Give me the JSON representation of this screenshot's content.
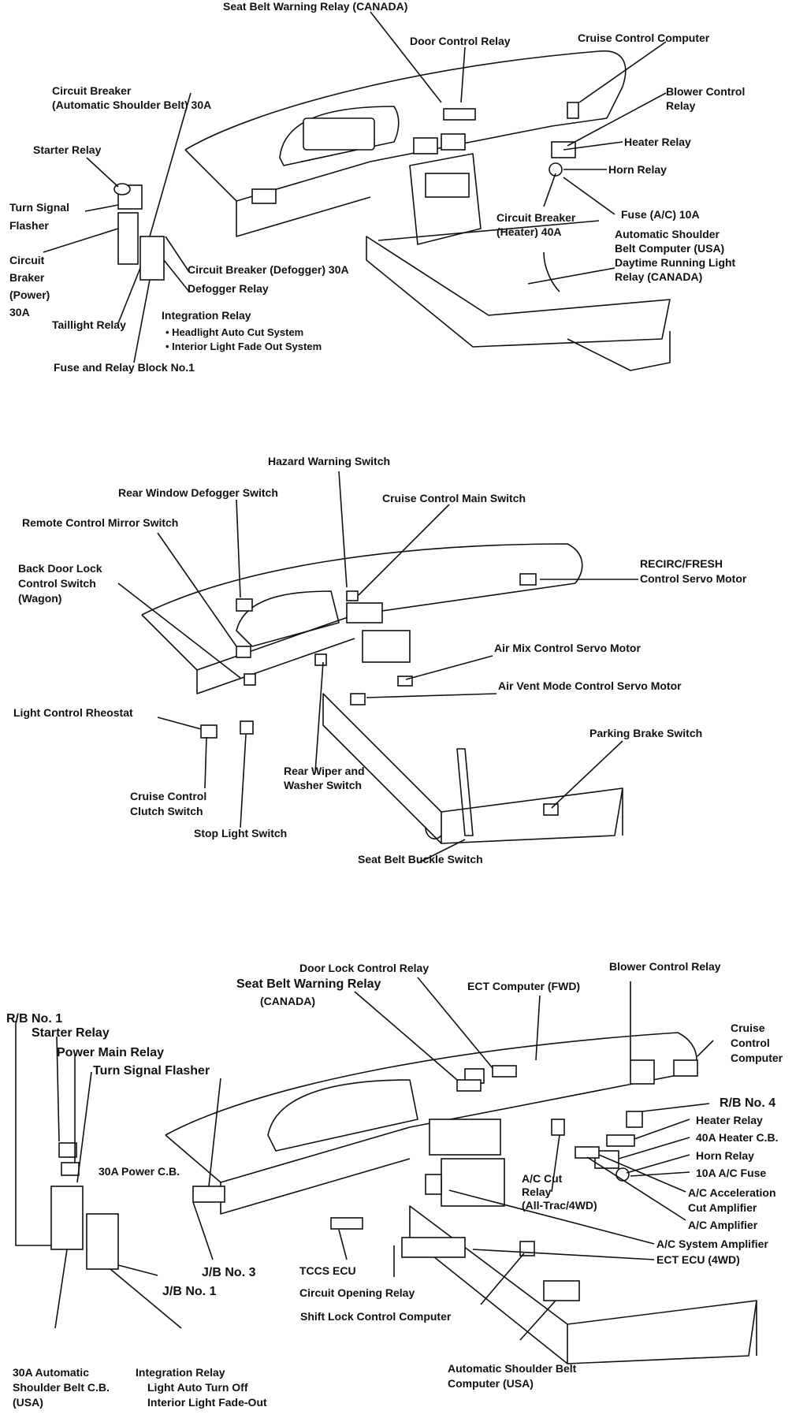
{
  "diagram_1": {
    "labels": {
      "seat_belt_warning_relay": "Seat Belt Warning Relay (CANADA)",
      "door_control_relay": "Door Control Relay",
      "cruise_control_computer": "Cruise Control Computer",
      "circuit_breaker_auto_shoulder_1": "Circuit Breaker",
      "circuit_breaker_auto_shoulder_2": "(Automatic Shoulder Belt) 30A",
      "blower_control_relay_1": "Blower Control",
      "blower_control_relay_2": "Relay",
      "starter_relay": "Starter Relay",
      "heater_relay": "Heater Relay",
      "horn_relay": "Horn Relay",
      "turn_signal_flasher_1": "Turn Signal",
      "turn_signal_flasher_2": "Flasher",
      "circuit_breaker_heater_1": "Circuit Breaker",
      "circuit_breaker_heater_2": "(Heater) 40A",
      "fuse_ac": "Fuse (A/C) 10A",
      "circuit_braker_power_1": "Circuit",
      "circuit_braker_power_2": "Braker",
      "circuit_braker_power_3": "(Power)",
      "circuit_braker_power_4": "30A",
      "auto_shoulder_computer_1": "Automatic Shoulder",
      "auto_shoulder_computer_2": "Belt Computer (USA)",
      "auto_shoulder_computer_3": "Daytime Running Light",
      "auto_shoulder_computer_4": "Relay (CANADA)",
      "circuit_breaker_defogger": "Circuit Breaker (Defogger) 30A",
      "defogger_relay": "Defogger Relay",
      "taillight_relay": "Taillight Relay",
      "integration_relay": "Integration Relay",
      "headlight_auto_cut": "• Headlight Auto Cut System",
      "interior_light_fade": "• Interior Light Fade Out System",
      "fuse_relay_block": "Fuse and Relay Block No.1"
    }
  },
  "diagram_2": {
    "labels": {
      "hazard_warning_switch": "Hazard Warning Switch",
      "rear_window_defogger_switch": "Rear Window Defogger Switch",
      "cruise_control_main_switch": "Cruise Control Main Switch",
      "remote_control_mirror_switch": "Remote Control Mirror Switch",
      "back_door_lock_1": "Back Door Lock",
      "back_door_lock_2": "Control Switch",
      "back_door_lock_3": "(Wagon)",
      "recirc_fresh_1": "RECIRC/FRESH",
      "recirc_fresh_2": "Control Servo Motor",
      "air_mix_servo": "Air Mix Control Servo Motor",
      "air_vent_servo": "Air Vent Mode Control Servo Motor",
      "light_control_rheostat": "Light Control Rheostat",
      "parking_brake_switch": "Parking Brake Switch",
      "rear_wiper_1": "Rear Wiper and",
      "rear_wiper_2": "Washer Switch",
      "cruise_clutch_1": "Cruise Control",
      "cruise_clutch_2": "Clutch Switch",
      "stop_light_switch": "Stop Light Switch",
      "seat_belt_buckle_switch": "Seat Belt Buckle Switch"
    }
  },
  "diagram_3": {
    "labels": {
      "door_lock_control_relay": "Door Lock Control Relay",
      "blower_control_relay": "Blower Control Relay",
      "seat_belt_warning_relay_1": "Seat Belt Warning Relay",
      "seat_belt_warning_relay_2": "(CANADA)",
      "ect_computer_fwd": "ECT Computer (FWD)",
      "rb_no1": "R/B No. 1",
      "starter_relay": "Starter Relay",
      "cruise_control_computer_1": "Cruise",
      "cruise_control_computer_2": "Control",
      "cruise_control_computer_3": "Computer",
      "power_main_relay": "Power Main Relay",
      "turn_signal_flasher": "Turn Signal Flasher",
      "rb_no4": "R/B No. 4",
      "heater_relay": "Heater Relay",
      "heater_cb_40a": "40A Heater C.B.",
      "horn_relay": "Horn Relay",
      "ac_fuse_10a": "10A A/C Fuse",
      "power_cb_30a": "30A Power C.B.",
      "ac_cut_relay_1": "A/C Cut",
      "ac_cut_relay_2": "Relay",
      "ac_cut_relay_3": "(All-Trac/4WD)",
      "ac_accel_cut_amp_1": "A/C Acceleration",
      "ac_accel_cut_amp_2": "Cut Amplifier",
      "ac_amplifier": "A/C Amplifier",
      "ac_system_amplifier": "A/C System Amplifier",
      "ect_ecu_4wd": "ECT ECU (4WD)",
      "jb_no3": "J/B No. 3",
      "jb_no1": "J/B No. 1",
      "tccs_ecu": "TCCS ECU",
      "circuit_opening_relay": "Circuit Opening Relay",
      "shift_lock_computer": "Shift Lock Control Computer",
      "auto_shoulder_cb_1": "30A Automatic",
      "auto_shoulder_cb_2": "Shoulder Belt C.B.",
      "auto_shoulder_cb_3": "(USA)",
      "integration_relay": "Integration Relay",
      "light_auto_turn_off": "Light Auto Turn Off",
      "interior_light_fade_out": "Interior Light Fade-Out",
      "auto_shoulder_computer_1": "Automatic Shoulder Belt",
      "auto_shoulder_computer_2": "Computer (USA)"
    }
  }
}
